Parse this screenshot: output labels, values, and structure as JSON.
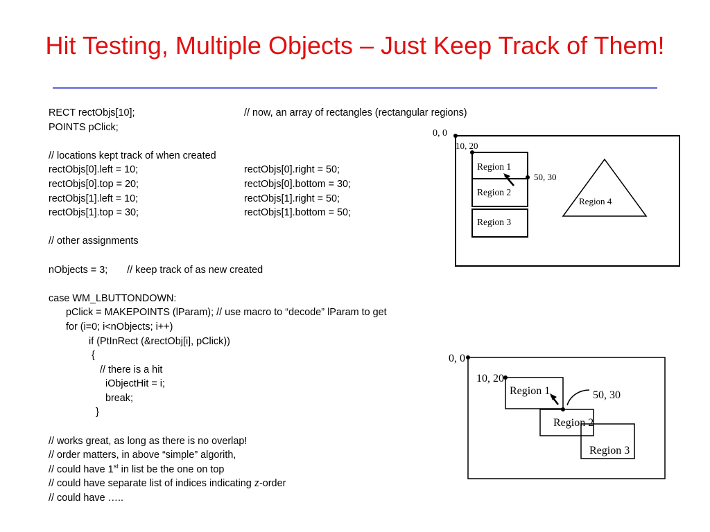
{
  "slide": {
    "title": "Hit Testing, Multiple Objects – Just Keep Track of Them!",
    "colors": {
      "title": "#e01010",
      "rule": "#5c64d6",
      "text": "#000000"
    }
  },
  "code": {
    "l01a": "RECT rectObjs[10];",
    "l01b": "// now, an array of rectangles (rectangular regions)",
    "l02": "POINTS pClick;",
    "l04": "// locations kept track of when created",
    "l05a": "rectObjs[0].left = 10;",
    "l05b": "rectObjs[0].right = 50;",
    "l06a": "rectObjs[0].top = 20;",
    "l06b": "rectObjs[0].bottom = 30;",
    "l07a": "rectObjs[1].left = 10;",
    "l07b": "rectObjs[1].right = 50;",
    "l08a": "rectObjs[1].top = 30;",
    "l08b": "rectObjs[1].bottom = 50;",
    "l10": "// other assignments",
    "l12": "nObjects = 3;       // keep track of as new created",
    "l14": "case WM_LBUTTONDOWN:",
    "l15": "pClick = MAKEPOINTS (lParam); // use macro to “decode” lParam to get",
    "l16": "for (i=0; i<nObjects; i++)",
    "l17": "if (PtInRect (&rectObj[i], pClick))",
    "l18": "{",
    "l19": "// there is a hit",
    "l20": "iObjectHit = i;",
    "l21": "break;",
    "l22": "}",
    "l24": "// works great, as long as there is no overlap!",
    "l25": "// order matters, in above “simple” algorith,",
    "l26a": "// could have 1",
    "l26sup": "st",
    "l26b": " in list be the one on top",
    "l27": "// could have separate list of indices indicating z-order",
    "l28": "// could have ….."
  },
  "diagram_top": {
    "origin": "0, 0",
    "corner": "10, 20",
    "point": "50, 30",
    "region1": "Region 1",
    "region2": "Region 2",
    "region3": "Region 3",
    "region4": "Region 4"
  },
  "diagram_bottom": {
    "origin": "0, 0",
    "corner": "10, 20",
    "point": "50, 30",
    "region1": "Region 1",
    "region2": "Region 2",
    "region3": "Region 3"
  }
}
